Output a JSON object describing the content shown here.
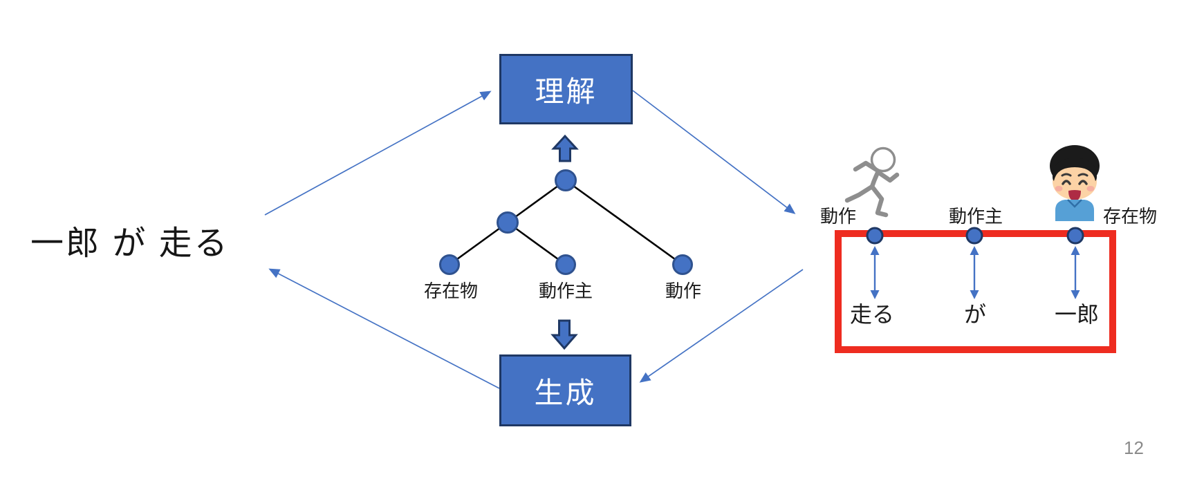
{
  "slide": {
    "sentence": "一郎 が 走る",
    "boxes": {
      "understand": "理解",
      "generate": "生成"
    },
    "tree": {
      "leaves": [
        "存在物",
        "動作主",
        "動作"
      ]
    },
    "frame": {
      "roles": [
        "動作",
        "動作主",
        "存在物"
      ],
      "words": [
        "走る",
        "が",
        "一郎"
      ]
    },
    "icons": {
      "action": "running-person-icon",
      "entity": "boy-icon"
    },
    "colors": {
      "shape_fill": "#4472C4",
      "shape_border": "#1F3864",
      "node_border": "#2F528F",
      "connector_blue": "#4472C4",
      "highlight_red": "#EE2C20",
      "text_black": "#1b1b1b",
      "page_number_gray": "#8A8A8A"
    },
    "page_number": "12"
  }
}
